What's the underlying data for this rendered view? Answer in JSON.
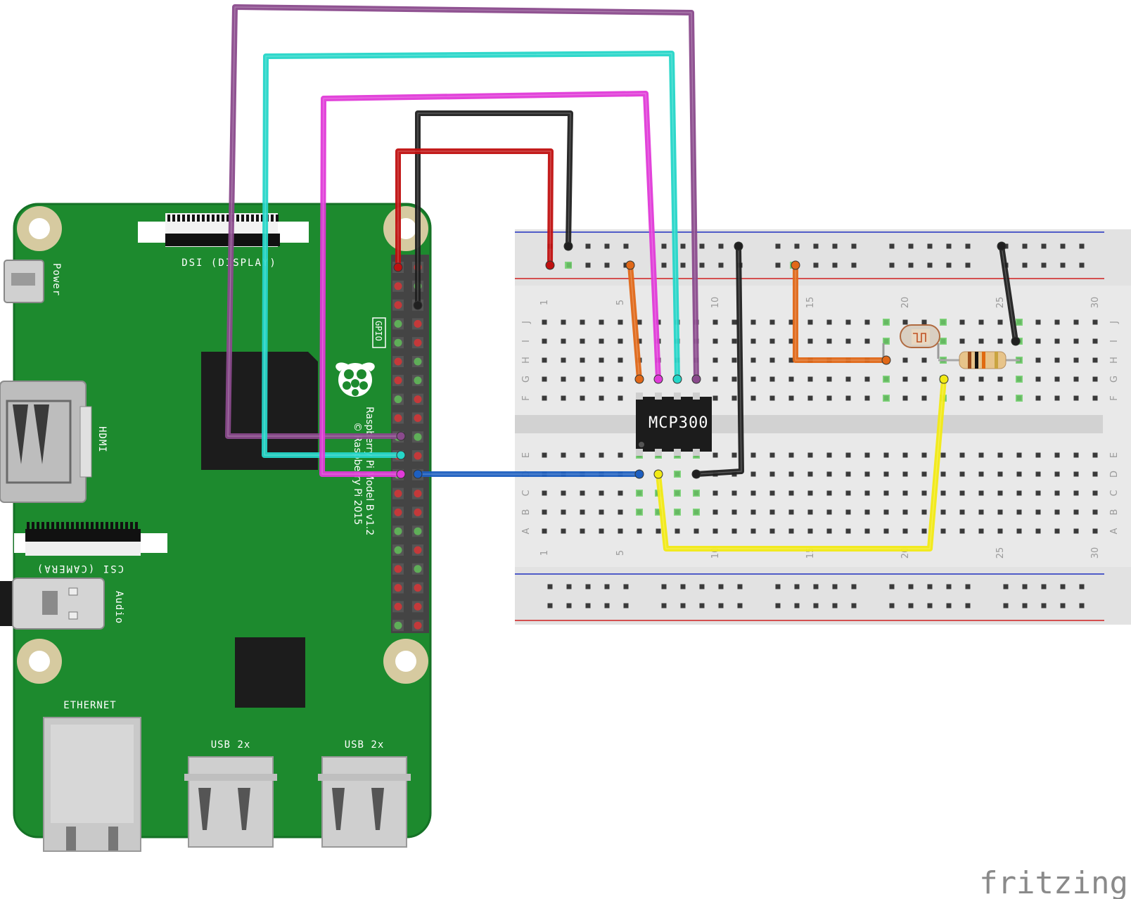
{
  "pi": {
    "labels": {
      "dsi": "DSI (DISPLAY)",
      "power": "Power",
      "hdmi": "HDMI",
      "gpio": "GPIO",
      "csi": "CSI (CAMERA)",
      "audio": "Audio",
      "ethernet": "ETHERNET",
      "usb1": "USB 2x",
      "usb2": "USB 2x",
      "model_line1": "Raspberry Pi Model B v1.2",
      "model_line2": "© Raspberry Pi 2015"
    },
    "colors": {
      "board": "#1d8a2e",
      "board_edge": "#157226",
      "pin_red": "#c4393a",
      "pin_green": "#5fae58"
    }
  },
  "breadboard": {
    "column_numbers": [
      "1",
      "5",
      "10",
      "15",
      "20",
      "25",
      "30"
    ],
    "row_letters_top": [
      "J",
      "I",
      "H",
      "G",
      "F"
    ],
    "row_letters_bottom": [
      "E",
      "D",
      "C",
      "B",
      "A"
    ],
    "colors": {
      "body": "#e9e9e9",
      "rail_blue": "#2030c0",
      "rail_red": "#d02020"
    }
  },
  "chip": {
    "label": "MCP300"
  },
  "wires": {
    "colors": {
      "purple": "#8a4a8c",
      "cyan": "#25d6c8",
      "magenta": "#e03ad8",
      "black": "#202020",
      "red": "#c01010",
      "orange": "#e06818",
      "blue": "#1d5fc0",
      "yellow": "#f2ea14"
    }
  },
  "brand": {
    "text": "fritzing"
  }
}
